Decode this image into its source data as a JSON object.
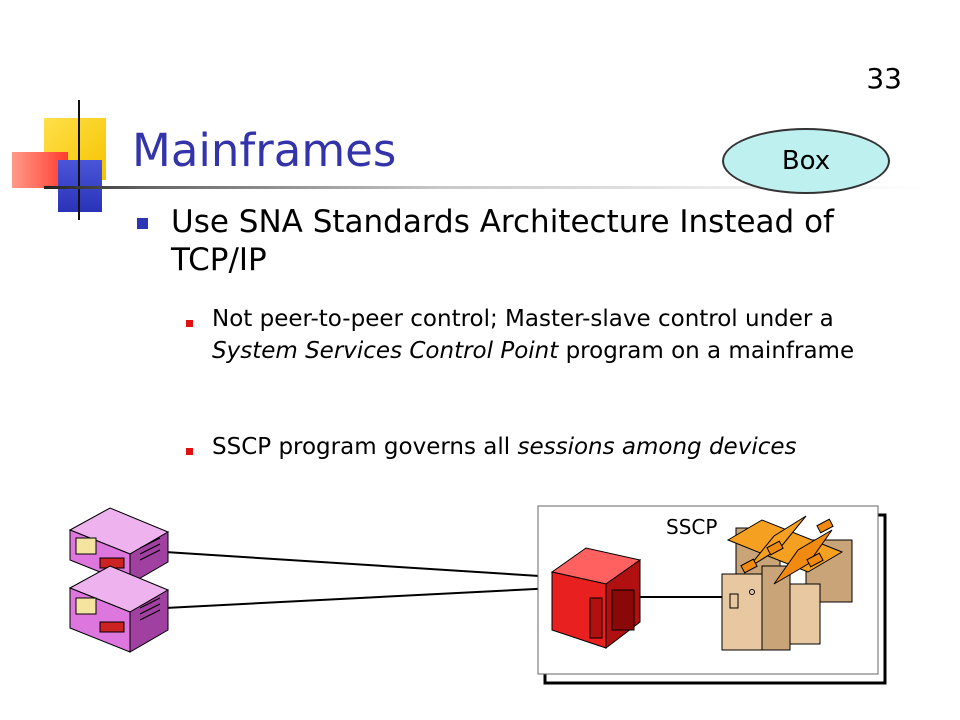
{
  "slide": {
    "number": "33",
    "title": "Mainframes",
    "tag": "Box"
  },
  "bullets": {
    "main": "Use SNA Standards Architecture Instead of TCP/IP",
    "sub1": {
      "text_a": "Not peer-to-peer control; Master-slave control under a ",
      "italic": "System Services Control Point",
      "text_b": " program on a mainframe"
    },
    "sub2": {
      "text_a": "SSCP program governs all ",
      "italic": "sessions among devices",
      "text_b": ""
    }
  },
  "diagram": {
    "sscp_label": "SSCP"
  },
  "colors": {
    "title": "#3333aa",
    "terminal": "#dd77dd",
    "controller": "#e82020",
    "mainframe": "#e8c8a0",
    "mainframe_top": "#f5a020"
  }
}
